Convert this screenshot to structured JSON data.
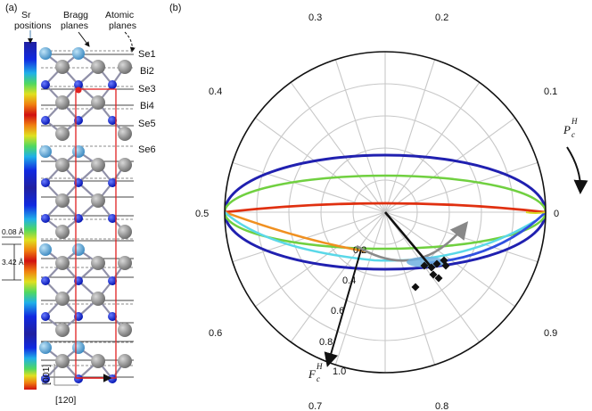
{
  "panel_a": {
    "label": "(a)",
    "annotations": {
      "sr_positions": [
        "Sr",
        "positions"
      ],
      "bragg_planes": [
        "Bragg",
        "planes"
      ],
      "atomic_planes": [
        "Atomic",
        "planes"
      ]
    },
    "layer_labels": [
      "Se1",
      "Bi2",
      "Se3",
      "Bi4",
      "Se5",
      "Se6"
    ],
    "spacings": [
      "0.08 Å",
      "3.42 Å"
    ],
    "axes": [
      "[001]",
      "[120]"
    ]
  },
  "panel_b": {
    "label": "(b)",
    "phase_labels": [
      "0",
      "0.1",
      "0.2",
      "0.3",
      "0.4",
      "0.5",
      "0.6",
      "0.7",
      "0.8",
      "0.9"
    ],
    "amplitude_labels": [
      "0.2",
      "0.4",
      "0.6",
      "0.8",
      "1.0"
    ],
    "P_symbol": "P",
    "P_sub": "c",
    "P_sup": "H",
    "F_symbol": "F",
    "F_sub": "c",
    "F_sup": "H"
  }
}
